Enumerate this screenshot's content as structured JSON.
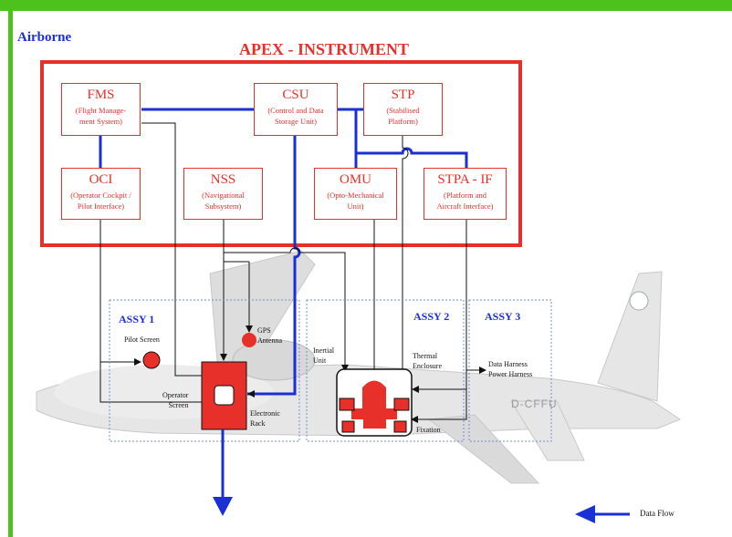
{
  "header": {
    "section": "Airborne",
    "title": "APEX - INSTRUMENT"
  },
  "modules": {
    "fms": {
      "name": "FMS",
      "desc": "(Flight Manage-\nment System)"
    },
    "csu": {
      "name": "CSU",
      "desc": "(Control and Data\nStorage Unit)"
    },
    "stp": {
      "name": "STP",
      "desc": "(Stabilised\nPlatform)"
    },
    "oci": {
      "name": "OCI",
      "desc": "(Operator Cockpit /\nPilot Interface)"
    },
    "nss": {
      "name": "NSS",
      "desc": "(Navigational\nSubsystem)"
    },
    "omu": {
      "name": "OMU",
      "desc": "(Opto-Mechanical\nUnit)"
    },
    "stpa": {
      "name": "STPA - IF",
      "desc": "(Platform and\nAircraft Interface)"
    }
  },
  "assemblies": {
    "a1": "ASSY 1",
    "a2": "ASSY 2",
    "a3": "ASSY 3"
  },
  "components": {
    "pilot_screen": "Pilot Screen",
    "gps_antenna": "GPS\nAntenna",
    "operator_screen": "Operator\nScreen",
    "electronic_rack": "Electronic\nRack",
    "inertial_unit": "Inertial\nUnit",
    "thermal_enclosure": "Thermal\nEnclosure",
    "fixation": "Fixation",
    "harness": "Data Harness\nPower Harness",
    "aircraft_reg": "D-CFFU"
  },
  "legend": {
    "data_flow": "Data Flow"
  },
  "colors": {
    "frame_green": "#4ec21c",
    "instrument_red": "#e8302a",
    "data_flow_blue": "#1a2fd6"
  }
}
